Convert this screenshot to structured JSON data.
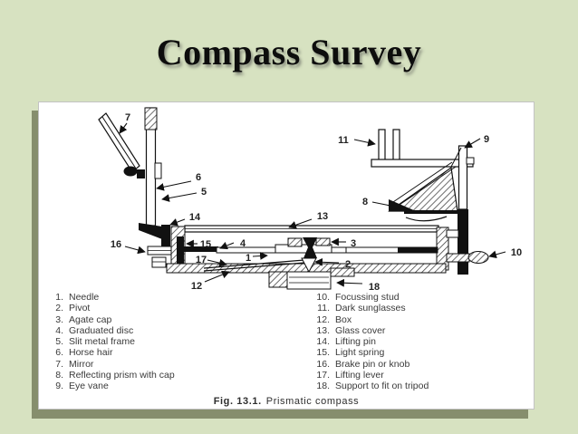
{
  "colors": {
    "background": "#d7e2c1",
    "shadow": "#868e6d",
    "panel": "#ffffff",
    "title": "#0d0d0d",
    "ink": "#1a1a1a",
    "legendink": "#3a3a3a"
  },
  "title": "Compass Survey",
  "legend": {
    "left": [
      {
        "num": "1.",
        "label": "Needle"
      },
      {
        "num": "2.",
        "label": "Pivot"
      },
      {
        "num": "3.",
        "label": "Agate cap"
      },
      {
        "num": "4.",
        "label": "Graduated disc"
      },
      {
        "num": "5.",
        "label": "Slit metal frame"
      },
      {
        "num": "6.",
        "label": "Horse hair"
      },
      {
        "num": "7.",
        "label": "Mirror"
      },
      {
        "num": "8.",
        "label": "Reflecting prism with cap"
      },
      {
        "num": "9.",
        "label": "Eye vane"
      }
    ],
    "right": [
      {
        "num": "10.",
        "label": "Focussing stud"
      },
      {
        "num": "11.",
        "label": "Dark sunglasses"
      },
      {
        "num": "12.",
        "label": "Box"
      },
      {
        "num": "13.",
        "label": "Glass cover"
      },
      {
        "num": "14.",
        "label": "Lifting pin"
      },
      {
        "num": "15.",
        "label": "Light spring"
      },
      {
        "num": "16.",
        "label": "Brake pin or knob"
      },
      {
        "num": "17.",
        "label": "Lifting lever"
      },
      {
        "num": "18.",
        "label": "Support to fit on tripod"
      }
    ]
  },
  "caption": {
    "fig": "Fig. 13.1.",
    "text": "Prismatic compass"
  },
  "diagram": {
    "callouts": [
      "1",
      "2",
      "3",
      "4",
      "5",
      "6",
      "7",
      "8",
      "9",
      "10",
      "11",
      "12",
      "13",
      "14",
      "15",
      "16",
      "17",
      "18"
    ]
  }
}
